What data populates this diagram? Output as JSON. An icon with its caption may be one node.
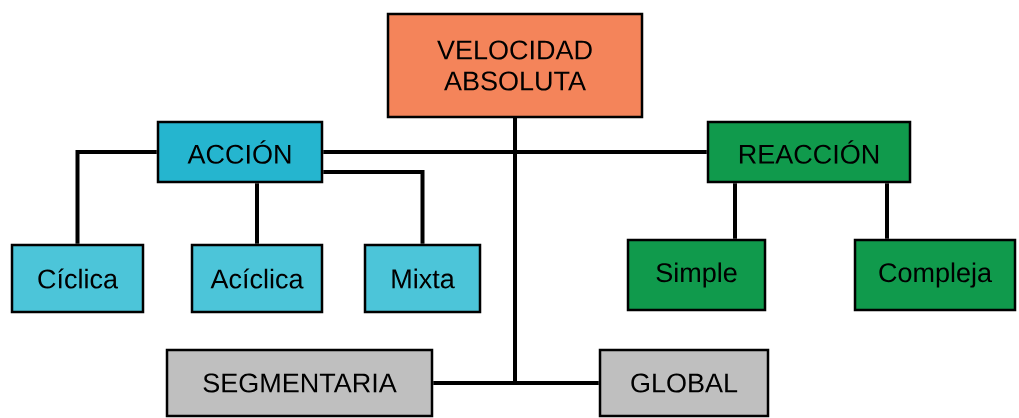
{
  "diagram": {
    "nodes": [
      {
        "text": [
          "VELOCIDAD ABSOLUTA"
        ]
      },
      {
        "text": [
          "ACCIÓN"
        ]
      },
      {
        "text": [
          "REACCIÓN"
        ]
      },
      {
        "text": [
          "Cíclica"
        ]
      },
      {
        "text": [
          "Acíclica"
        ]
      },
      {
        "text": [
          "Mixta"
        ]
      },
      {
        "text": [
          "Simple"
        ]
      },
      {
        "text": [
          "Compleja"
        ]
      },
      {
        "text": [
          "SEGMENTARIA"
        ]
      },
      {
        "text": [
          "GLOBAL"
        ]
      }
    ],
    "edges": [
      {
        "from": 0,
        "to": 1,
        "arrow": "none"
      },
      {
        "from": 0,
        "to": 2,
        "arrow": "none"
      },
      {
        "from": 0,
        "to": 8,
        "arrow": "none"
      },
      {
        "from": 0,
        "to": 9,
        "arrow": "none"
      },
      {
        "from": 1,
        "to": 3,
        "arrow": "none"
      },
      {
        "from": 1,
        "to": 4,
        "arrow": "none"
      },
      {
        "from": 1,
        "to": 5,
        "arrow": "none"
      },
      {
        "from": 2,
        "to": 6,
        "arrow": "none"
      },
      {
        "from": 2,
        "to": 7,
        "arrow": "none"
      }
    ]
  }
}
